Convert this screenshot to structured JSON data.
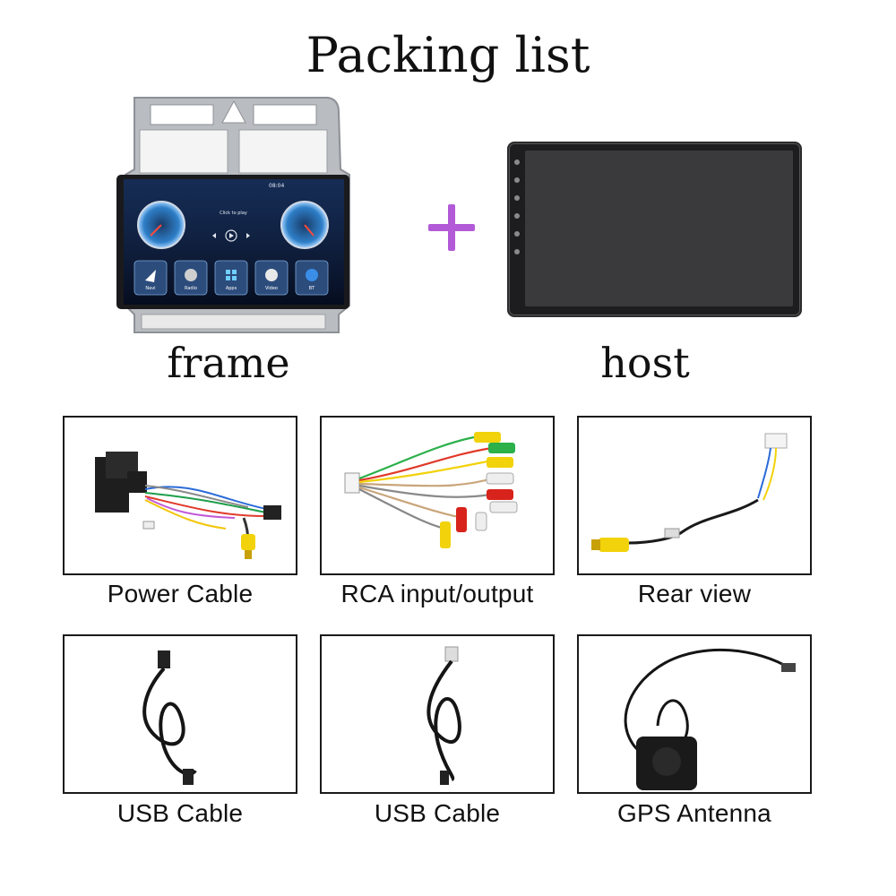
{
  "title": "Packing list",
  "frame_label": "frame",
  "host_label": "host",
  "screen": {
    "time": "08:04",
    "media_text": "Click to play",
    "apps": [
      {
        "label": "Navi",
        "icon": "navigation-icon"
      },
      {
        "label": "Radio",
        "icon": "radio-icon"
      },
      {
        "label": "Apps",
        "icon": "apps-grid-icon"
      },
      {
        "label": "Video",
        "icon": "video-icon"
      },
      {
        "label": "BT",
        "icon": "bluetooth-icon"
      }
    ]
  },
  "items": [
    {
      "label": "Power Cable"
    },
    {
      "label": "RCA input/output"
    },
    {
      "label": "Rear view"
    },
    {
      "label": "USB Cable"
    },
    {
      "label": "USB Cable"
    },
    {
      "label": "GPS Antenna"
    }
  ],
  "colors": {
    "plus": "#b25ad8",
    "rca_yellow": "#f2d20a",
    "rca_red": "#d8231c",
    "rca_white": "#eeeeee",
    "rca_green": "#2bb04a"
  }
}
